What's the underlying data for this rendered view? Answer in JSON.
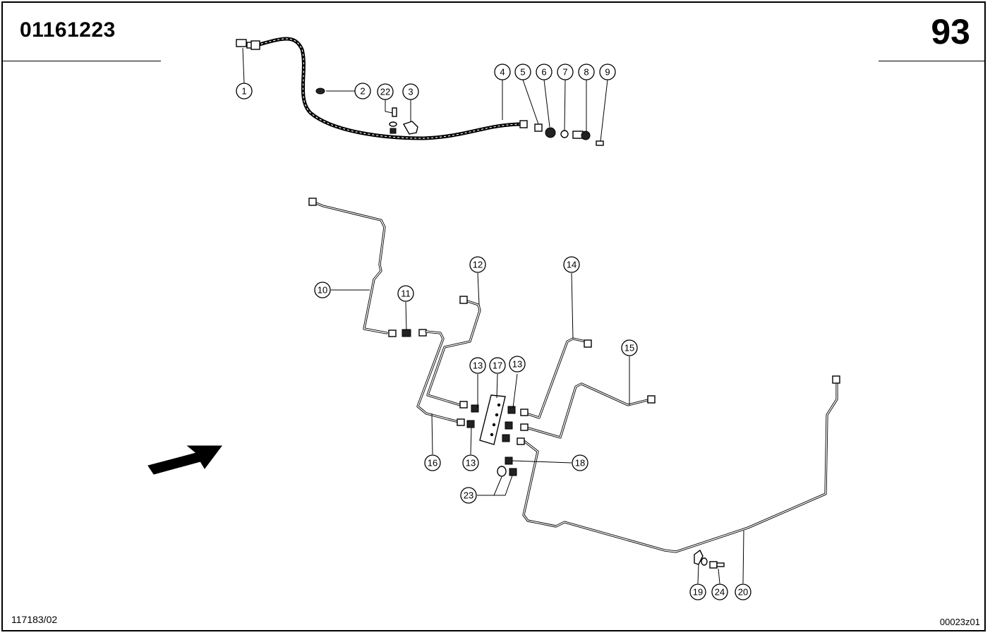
{
  "header": {
    "group_code": "01161223",
    "page_number": "93"
  },
  "footer": {
    "drawing_ref": "117183/02",
    "image_ref": "00023z01"
  },
  "callouts": {
    "c1": "1",
    "c2": "2",
    "c3": "3",
    "c4": "4",
    "c5": "5",
    "c6": "6",
    "c7": "7",
    "c8": "8",
    "c9": "9",
    "c10": "10",
    "c11": "11",
    "c12": "12",
    "c13a": "13",
    "c13b": "13",
    "c13c": "13",
    "c14": "14",
    "c15": "15",
    "c16": "16",
    "c17": "17",
    "c18": "18",
    "c19": "19",
    "c20": "20",
    "c22": "22",
    "c23": "23",
    "c24": "24"
  },
  "icons": {
    "direction_arrow": "arrow-up-right-icon"
  }
}
